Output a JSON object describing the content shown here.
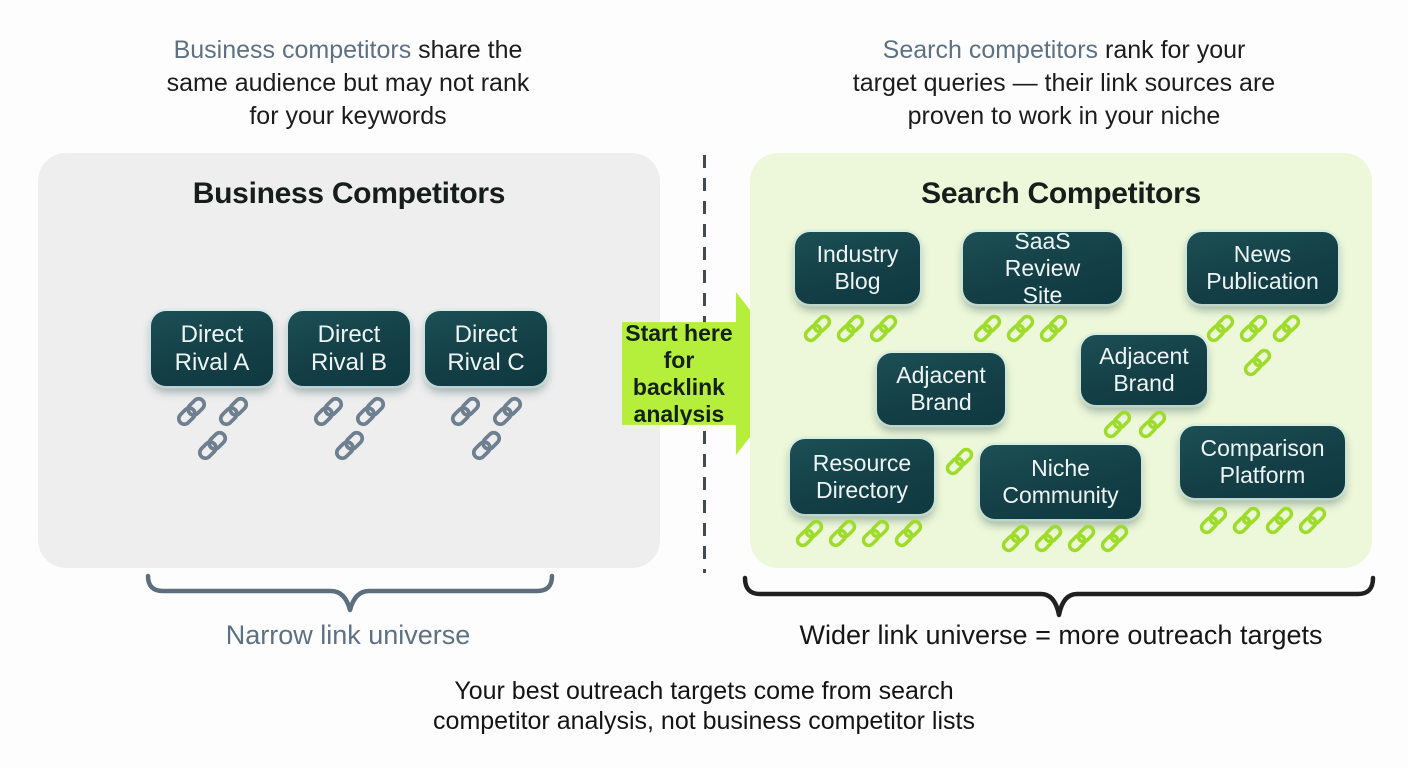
{
  "captions": {
    "left": {
      "lead": "Business competitors",
      "line1_rest": " share the",
      "line2": "same audience but may not rank",
      "line3": "for your keywords"
    },
    "right": {
      "lead": "Search competitors",
      "line1_rest": " rank for your",
      "line2": "target queries — their link sources are",
      "line3": "proven to work in your niche"
    }
  },
  "left_panel": {
    "title": "Business Competitors",
    "nodes": [
      {
        "label": "Direct Rival A",
        "links": 3
      },
      {
        "label": "Direct Rival B",
        "links": 3
      },
      {
        "label": "Direct Rival C",
        "links": 3
      }
    ],
    "brace_label": "Narrow link universe"
  },
  "right_panel": {
    "title": "Search Competitors",
    "nodes": [
      {
        "label": "Industry Blog",
        "links": 3
      },
      {
        "label": "SaaS Review Site",
        "links": 3
      },
      {
        "label": "News Publication",
        "links": 4
      },
      {
        "label": "Adjacent Brand",
        "links": 2
      },
      {
        "label": "Adjacent Brand",
        "links": 1
      },
      {
        "label": "Resource Directory",
        "links": 4
      },
      {
        "label": "Niche Community",
        "links": 4
      },
      {
        "label": "Comparison Platform",
        "links": 4
      }
    ],
    "brace_label": "Wider link universe = more outreach targets"
  },
  "arrow": {
    "line1": "Start here",
    "line2": "for backlink",
    "line3": "analysis"
  },
  "footer": {
    "line1": "Your best outreach targets come from search",
    "line2": "competitor analysis, not business competitor lists"
  },
  "colors": {
    "slate": "#5d7183",
    "panel_gray": "#eeeeee",
    "panel_green": "#edf7d9",
    "node_teal": "#14454b",
    "lime": "#b5ee3b",
    "chain_green": "#9edc2b",
    "chain_gray": "#6e8090",
    "dash": "#3f4b57"
  }
}
